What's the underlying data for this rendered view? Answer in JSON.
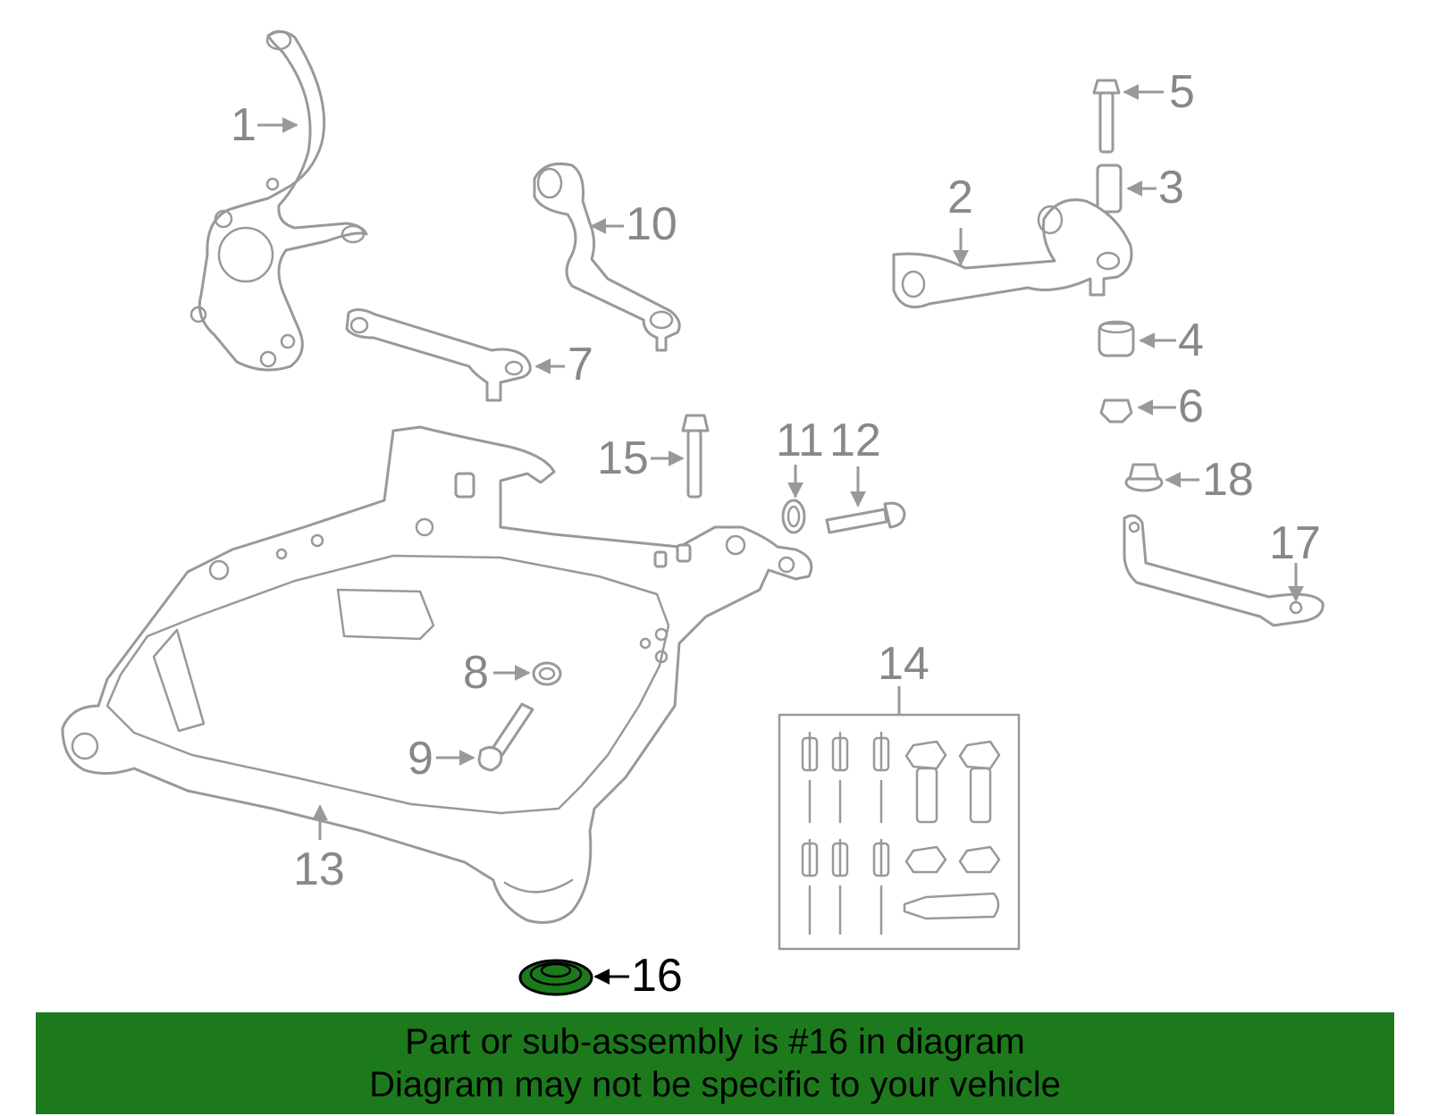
{
  "colors": {
    "part_outline": "#999999",
    "callout_text": "#888888",
    "highlight_fill": "#1c7a1c",
    "highlight_outline": "#000000",
    "banner_background": "#1c7a1c",
    "banner_text": "#000000"
  },
  "callouts": {
    "p1": "1",
    "p2": "2",
    "p3": "3",
    "p4": "4",
    "p5": "5",
    "p6": "6",
    "p7": "7",
    "p8": "8",
    "p9": "9",
    "p10": "10",
    "p11": "11",
    "p12": "12",
    "p13": "13",
    "p14": "14",
    "p15": "15",
    "p16": "16",
    "p17": "17",
    "p18": "18"
  },
  "highlighted_part": "16",
  "banner": {
    "line1": "Part or sub-assembly is #16 in diagram",
    "line2": "Diagram may not be specific to your vehicle"
  }
}
